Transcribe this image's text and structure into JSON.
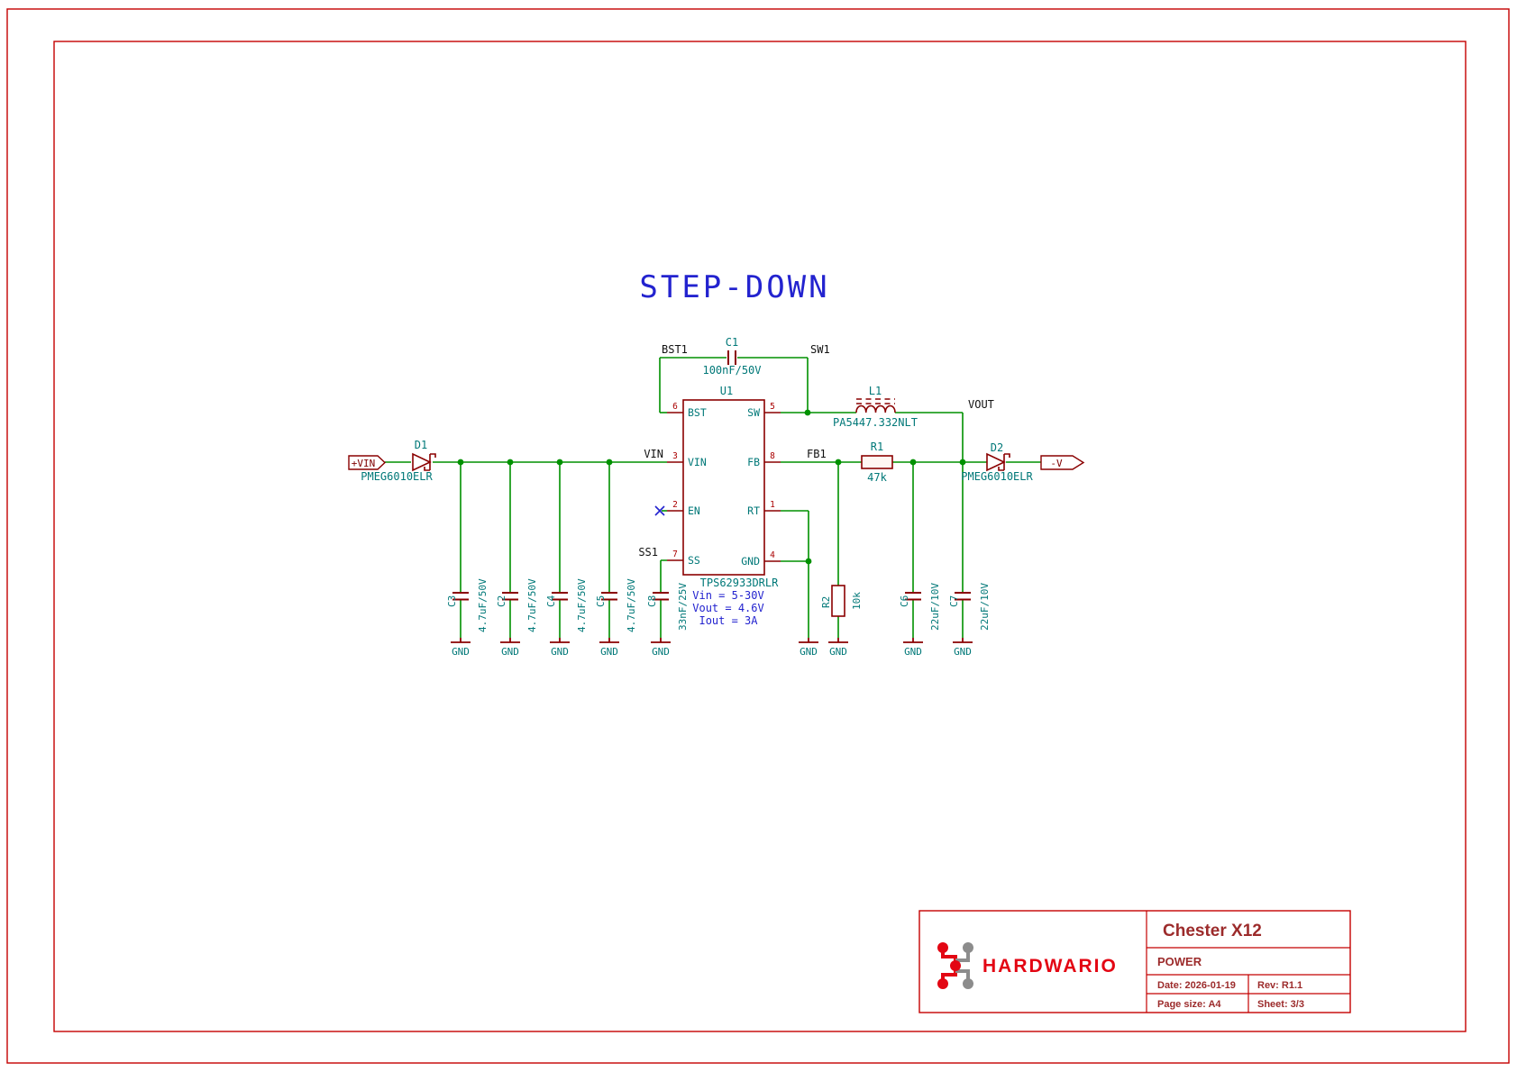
{
  "sheet_title": "STEP-DOWN",
  "schematic": {
    "gnd_label": "GND",
    "net_labels": {
      "bst": "BST1",
      "sw": "SW1",
      "vin": "VIN",
      "ss": "SS1",
      "fb": "FB1",
      "vout": "VOUT"
    },
    "hier_labels": {
      "input": "+VIN",
      "output": "-V"
    }
  },
  "components": {
    "u1": {
      "ref": "U1",
      "value": "TPS62933DRLR",
      "pins_left": [
        {
          "num": "6",
          "name": "BST"
        },
        {
          "num": "3",
          "name": "VIN"
        },
        {
          "num": "2",
          "name": "EN"
        },
        {
          "num": "7",
          "name": "SS"
        }
      ],
      "pins_right": [
        {
          "num": "5",
          "name": "SW"
        },
        {
          "num": "8",
          "name": "FB"
        },
        {
          "num": "1",
          "name": "RT"
        },
        {
          "num": "4",
          "name": "GND"
        }
      ],
      "notes": [
        "Vin = 5-30V",
        "Vout = 4.6V",
        "Iout = 3A"
      ]
    },
    "c1": {
      "ref": "C1",
      "value": "100nF/50V"
    },
    "c2": {
      "ref": "C2",
      "value": "4.7uF/50V"
    },
    "c3": {
      "ref": "C3",
      "value": "4.7uF/50V"
    },
    "c4": {
      "ref": "C4",
      "value": "4.7uF/50V"
    },
    "c5": {
      "ref": "C5",
      "value": "4.7uF/50V"
    },
    "c6": {
      "ref": "C6",
      "value": "22uF/10V"
    },
    "c7": {
      "ref": "C7",
      "value": "22uF/10V"
    },
    "c8": {
      "ref": "C8",
      "value": "33nF/25V"
    },
    "d1": {
      "ref": "D1",
      "value": "PMEG6010ELR"
    },
    "d2": {
      "ref": "D2",
      "value": "PMEG6010ELR"
    },
    "l1": {
      "ref": "L1",
      "value": "PA5447.332NLT"
    },
    "r1": {
      "ref": "R1",
      "value": "47k"
    },
    "r2": {
      "ref": "R2",
      "value": "10k"
    }
  },
  "title_block": {
    "brand": "HARDWARIO",
    "project": "Chester X12",
    "sheet_name": "POWER",
    "date": "Date: 2026-01-19",
    "rev": "Rev: R1.1",
    "page_size": "Page size: A4",
    "sheet_num": "Sheet: 3/3"
  },
  "colors": {
    "wire_green": "#009100",
    "symbol_red": "#8a0000",
    "teal": "#007878",
    "label_black": "#111111",
    "annotation_blue": "#2323cf",
    "frame_red": "#c40000",
    "brand_red": "#e30613",
    "brand_gray": "#8c8c8c",
    "title_text": "#9c2b2b"
  }
}
